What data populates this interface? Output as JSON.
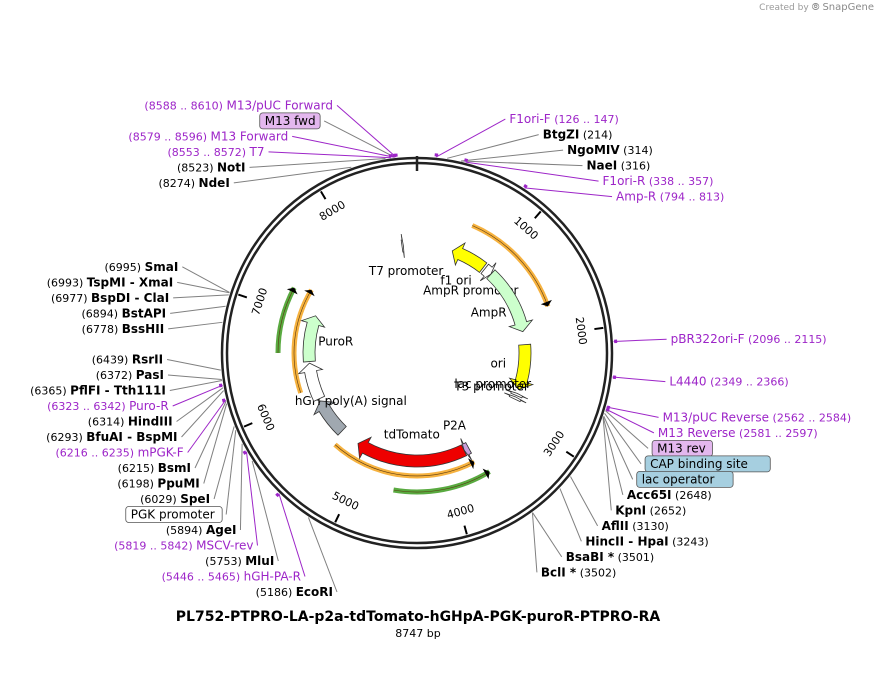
{
  "credit": {
    "created_by": "Created by",
    "brand": "SnapGene",
    "brand_icon": "snapgene-logo-icon"
  },
  "plasmid": {
    "name": "PL752-PTPRO-LA-p2a-tdTomato-hGHpA-PGK-puroR-PTPRO-RA",
    "length_text": "8747 bp",
    "length_bp": 8747
  },
  "colors": {
    "backbone": "#222222",
    "site_label": "#000000",
    "primer": "#9d25c8",
    "ori": "#ffff00",
    "amp": "#ccffcc",
    "tdtomato": "#ee0000",
    "puro": "#ccffcc",
    "promoter": "#ffffff",
    "polyA": "#a0a8b0",
    "orange": "#f4a41d",
    "green": "#3c9b1e"
  },
  "ruler": {
    "ticks": [
      "1000",
      "2000",
      "3000",
      "4000",
      "5000",
      "6000",
      "7000",
      "8000"
    ]
  },
  "features": [
    {
      "name": "f1 ori",
      "start": 463,
      "end": 918,
      "strand": -1,
      "color": "#ffff00",
      "label": "f1 ori",
      "track": 0
    },
    {
      "name": "AmpR promoter",
      "start": 944,
      "end": 1048,
      "strand": 1,
      "color": "#ffffff",
      "label": "AmpR promoter",
      "track": 0
    },
    {
      "name": "AmpR",
      "start": 1049,
      "end": 1909,
      "strand": 1,
      "color": "#ccffcc",
      "label": "AmpR",
      "track": 0
    },
    {
      "name": "ori",
      "start": 2079,
      "end": 2667,
      "strand": 1,
      "color": "#ffff00",
      "label": "ori",
      "track": 0
    },
    {
      "name": "lac promoter",
      "start": 2720,
      "end": 2750,
      "strand": -1,
      "color": "#ffffff",
      "label": "lac promoter",
      "track": 0
    },
    {
      "name": "T3 promoter",
      "start": 2770,
      "end": 2800,
      "strand": -1,
      "color": "#ffffff",
      "label": "T3 promoter",
      "track": 0
    },
    {
      "name": "P2A",
      "start": 3680,
      "end": 3745,
      "strand": 1,
      "color": "#c9a0dc",
      "label": "P2A",
      "track": 0
    },
    {
      "name": "tdTomato",
      "start": 3746,
      "end": 5178,
      "strand": 1,
      "color": "#ee0000",
      "label": "tdTomato",
      "track": 0
    },
    {
      "name": "hGH poly(A) signal",
      "start": 5440,
      "end": 5920,
      "strand": 1,
      "color": "#a0a8b0",
      "label": "hGH poly(A) signal",
      "track": 0
    },
    {
      "name": "PGK promoter",
      "start": 5950,
      "end": 6430,
      "strand": 1,
      "color": "#ffffff",
      "label": "",
      "track": 0
    },
    {
      "name": "PuroR",
      "start": 6450,
      "end": 7050,
      "strand": 1,
      "color": "#ccffcc",
      "label": "PuroR",
      "track": 0
    },
    {
      "name": "T7 promoter",
      "start": 8553,
      "end": 8571,
      "strand": 1,
      "color": "#ffffff",
      "label": "T7 promoter",
      "track": 0
    }
  ],
  "arcs": [
    {
      "name": "ptpro-arm-1",
      "start": 570,
      "end": 1710,
      "strand": 1,
      "color": "#f4a41d",
      "track": 1
    },
    {
      "name": "p2a-tdtomato-arc",
      "start": 3610,
      "end": 4610,
      "strand": -1,
      "color": "#3c9b1e",
      "track": 1
    },
    {
      "name": "ptpro-arm-2",
      "start": 3700,
      "end": 5390,
      "strand": -1,
      "color": "#f4a41d",
      "track": 2
    },
    {
      "name": "puro-arc",
      "start": 6560,
      "end": 7240,
      "strand": 1,
      "color": "#3c9b1e",
      "track": 1
    },
    {
      "name": "ptpro-arm-3",
      "start": 6100,
      "end": 7310,
      "strand": 1,
      "color": "#f4a41d",
      "track": 2
    }
  ],
  "sites": [
    {
      "name": "BtgZI",
      "pos": "(214)",
      "bp": 214
    },
    {
      "name": "NgoMIV",
      "pos": "(314)",
      "bp": 314
    },
    {
      "name": "NaeI",
      "pos": "(316)",
      "bp": 316
    },
    {
      "name": "Acc65I",
      "pos": "(2648)",
      "bp": 2648
    },
    {
      "name": "KpnI",
      "pos": "(2652)",
      "bp": 2652
    },
    {
      "name": "AflII",
      "pos": "(3130)",
      "bp": 3130
    },
    {
      "name": "HincII  -  HpaI",
      "pos": "(3243)",
      "bp": 3243
    },
    {
      "name": "BsaBI *",
      "pos": "(3501)",
      "bp": 3501
    },
    {
      "name": "BclI *",
      "pos": "(3502)",
      "bp": 3502
    },
    {
      "name": "EcoRI",
      "pos": "(5186)",
      "bp": 5186
    },
    {
      "name": "MluI",
      "pos": "(5753)",
      "bp": 5753
    },
    {
      "name": "AgeI",
      "pos": "(5894)",
      "bp": 5894
    },
    {
      "name": "SpeI",
      "pos": "(6029)",
      "bp": 6029
    },
    {
      "name": "PpuMI",
      "pos": "(6198)",
      "bp": 6198
    },
    {
      "name": "BsmI",
      "pos": "(6215)",
      "bp": 6215
    },
    {
      "name": "BfuAI  -  BspMI",
      "pos": "(6293)",
      "bp": 6293
    },
    {
      "name": "HindIII",
      "pos": "(6314)",
      "bp": 6314
    },
    {
      "name": "PflFI  -  Tth111I",
      "pos": "(6365)",
      "bp": 6365
    },
    {
      "name": "PasI",
      "pos": "(6372)",
      "bp": 6372
    },
    {
      "name": "RsrII",
      "pos": "(6439)",
      "bp": 6439
    },
    {
      "name": "BssHII",
      "pos": "(6778)",
      "bp": 6778
    },
    {
      "name": "BstAPI",
      "pos": "(6894)",
      "bp": 6894
    },
    {
      "name": "BspDI  -  ClaI",
      "pos": "(6977)",
      "bp": 6977
    },
    {
      "name": "TspMI  -  XmaI",
      "pos": "(6993)",
      "bp": 6993
    },
    {
      "name": "SmaI",
      "pos": "(6995)",
      "bp": 6995
    },
    {
      "name": "NdeI",
      "pos": "(8274)",
      "bp": 8274
    },
    {
      "name": "NotI",
      "pos": "(8523)",
      "bp": 8523
    }
  ],
  "primers": [
    {
      "name": "F1ori-F",
      "range": "(126 .. 147)",
      "bp": 136
    },
    {
      "name": "F1ori-R",
      "range": "(338 .. 357)",
      "bp": 347
    },
    {
      "name": "Amp-R",
      "range": "(794 .. 813)",
      "bp": 803
    },
    {
      "name": "pBR322ori-F",
      "range": "(2096 .. 2115)",
      "bp": 2105
    },
    {
      "name": "L4440",
      "range": "(2349 .. 2366)",
      "bp": 2357
    },
    {
      "name": "M13/pUC Reverse",
      "range": "(2562 .. 2584)",
      "bp": 2573
    },
    {
      "name": "M13 Reverse",
      "range": "(2581 .. 2597)",
      "bp": 2589
    },
    {
      "name": "hGH-PA-R",
      "range": "(5446 .. 5465)",
      "bp": 5455
    },
    {
      "name": "MSCV-rev",
      "range": "(5819 .. 5842)",
      "bp": 5830
    },
    {
      "name": "mPGK-F",
      "range": "(6216 .. 6235)",
      "bp": 6225
    },
    {
      "name": "Puro-R",
      "range": "(6323 .. 6342)",
      "bp": 6332
    },
    {
      "name": "T7",
      "range": "(8553 .. 8572)",
      "bp": 8562
    },
    {
      "name": "M13 Forward",
      "range": "(8579 .. 8596)",
      "bp": 8587
    },
    {
      "name": "M13/pUC Forward",
      "range": "(8588 .. 8610)",
      "bp": 8599
    }
  ],
  "boxed_labels": [
    {
      "name": "M13 fwd",
      "bp": 8590,
      "fill": "#e3b7ee"
    },
    {
      "name": "CAP binding site",
      "bp": 2620,
      "fill": "#a6cfe0"
    },
    {
      "name": "lac operator",
      "bp": 2640,
      "fill": "#a6cfe0"
    },
    {
      "name": "M13 rev",
      "bp": 2600,
      "fill": "#e3b7ee"
    },
    {
      "name": "PGK promoter",
      "bp": 6000,
      "fill": "#ffffff"
    }
  ]
}
